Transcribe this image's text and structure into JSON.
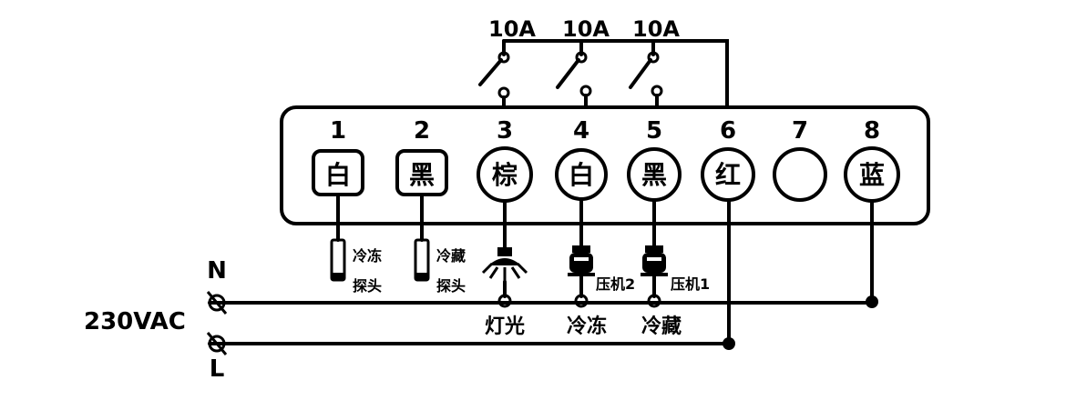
{
  "relays": [
    {
      "rating": "10A"
    },
    {
      "rating": "10A"
    },
    {
      "rating": "10A"
    }
  ],
  "terminals": [
    {
      "number": "1",
      "color_label": "白",
      "shape": "square"
    },
    {
      "number": "2",
      "color_label": "黑",
      "shape": "square"
    },
    {
      "number": "3",
      "color_label": "棕",
      "shape": "circle"
    },
    {
      "number": "4",
      "color_label": "白",
      "shape": "circle"
    },
    {
      "number": "5",
      "color_label": "黑",
      "shape": "circle"
    },
    {
      "number": "6",
      "color_label": "红",
      "shape": "circle"
    },
    {
      "number": "7",
      "color_label": "",
      "shape": "circle"
    },
    {
      "number": "8",
      "color_label": "蓝",
      "shape": "circle"
    }
  ],
  "probes": [
    {
      "line1": "冷冻",
      "line2": "探头"
    },
    {
      "line1": "冷藏",
      "line2": "探头"
    }
  ],
  "loads": [
    {
      "name": "灯光",
      "tag": "",
      "icon": "lamp-icon"
    },
    {
      "name": "冷冻",
      "tag": "压机2",
      "icon": "compressor-icon"
    },
    {
      "name": "冷藏",
      "tag": "压机1",
      "icon": "compressor-icon"
    }
  ],
  "power": {
    "voltage": "230VAC",
    "neutral": "N",
    "live": "L"
  }
}
